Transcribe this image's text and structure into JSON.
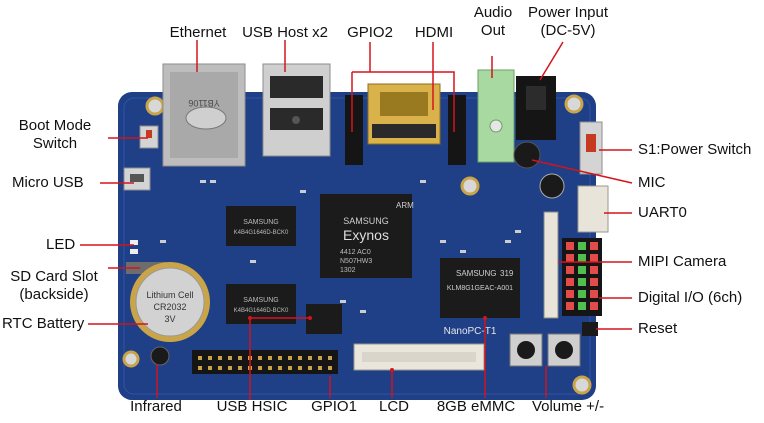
{
  "labels": {
    "ethernet": "Ethernet",
    "usb_host": "USB Host x2",
    "gpio2": "GPIO2",
    "hdmi": "HDMI",
    "audio_out_1": "Audio",
    "audio_out_2": "Out",
    "power_input_1": "Power Input",
    "power_input_2": "(DC-5V)",
    "boot_mode_1": "Boot Mode",
    "boot_mode_2": "Switch",
    "micro_usb": "Micro USB",
    "led": "LED",
    "sd_card_1": "SD Card Slot",
    "sd_card_2": "(backside)",
    "rtc_battery": "RTC Battery",
    "s1_power_switch": "S1:Power Switch",
    "mic": "MIC",
    "uart0": "UART0",
    "mipi_camera": "MIPI Camera",
    "digital_io": "Digital I/O (6ch)",
    "reset": "Reset",
    "infrared": "Infrared",
    "usb_hsic": "USB HSIC",
    "gpio1": "GPIO1",
    "lcd": "LCD",
    "emmc": "8GB eMMC",
    "volume": "Volume +/-"
  },
  "chip_text": {
    "soc_brand": "SAMSUNG",
    "soc_name": "Exynos",
    "soc_arm": "ARM",
    "soc_part_1": "4412 AC0",
    "soc_part_2": "N507HW3",
    "soc_part_3": "1302",
    "emmc_brand": "SAMSUNG",
    "emmc_code": "319",
    "emmc_part": "KLM8G1GEAC-A001",
    "board_name": "NanoPC-T1",
    "battery_text": "Lithium Cell",
    "battery_model": "CR2032",
    "battery_volt": "3V",
    "ram_brand": "SAMSUNG",
    "ram_part": "K4B4G1646D-BCK0",
    "ram_brand_2": "SAMSUNG",
    "ram_part_2": "K4B4G1646D-BCK0"
  },
  "colors": {
    "pcb": "#1f3f86",
    "pcb_dark": "#132b62",
    "gold": "#c9a24a",
    "silver": "#c7c7c7",
    "leader": "#d4141c",
    "chip": "#1b1b1b",
    "green_jack": "#a8d9a0"
  }
}
